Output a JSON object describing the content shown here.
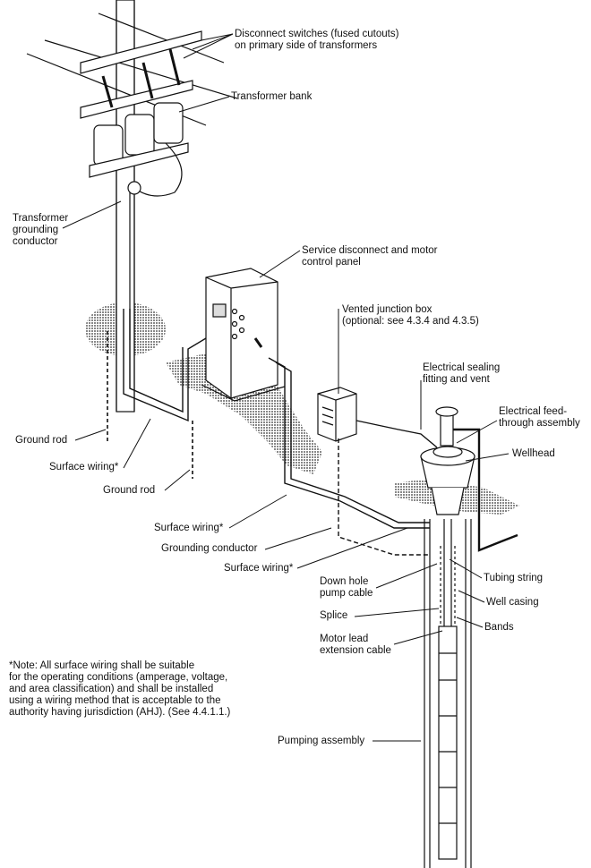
{
  "labels": {
    "disconnect_switches": [
      "Disconnect switches (fused cutouts)",
      "on primary side of transformers"
    ],
    "transformer_bank": "Transformer bank",
    "transformer_grounding": [
      "Transformer",
      "grounding",
      "conductor"
    ],
    "service_disconnect": [
      "Service disconnect and motor",
      "control panel"
    ],
    "vented_junction_box": [
      "Vented junction box",
      "(optional: see 4.3.4 and 4.3.5)"
    ],
    "electrical_sealing": [
      "Electrical sealing",
      "fitting and vent"
    ],
    "feed_through": [
      "Electrical feed-",
      "through assembly"
    ],
    "wellhead": "Wellhead",
    "ground_rod_1": "Ground rod",
    "surface_wiring_1": "Surface wiring*",
    "ground_rod_2": "Ground rod",
    "surface_wiring_2": "Surface wiring*",
    "grounding_conductor": "Grounding conductor",
    "surface_wiring_3": "Surface wiring*",
    "tubing_string": "Tubing string",
    "down_hole_cable": [
      "Down hole",
      "pump cable"
    ],
    "well_casing": "Well casing",
    "splice": "Splice",
    "bands": "Bands",
    "motor_lead": [
      "Motor lead",
      "extension cable"
    ],
    "pumping_assembly": "Pumping assembly"
  },
  "note": [
    "*Note: All surface wiring shall be suitable",
    "for the operating conditions (amperage, voltage,",
    "and area classification) and shall be installed",
    "using a wiring method that is acceptable to the",
    "authority having jurisdiction (AHJ). (See 4.4.1.1.)"
  ]
}
